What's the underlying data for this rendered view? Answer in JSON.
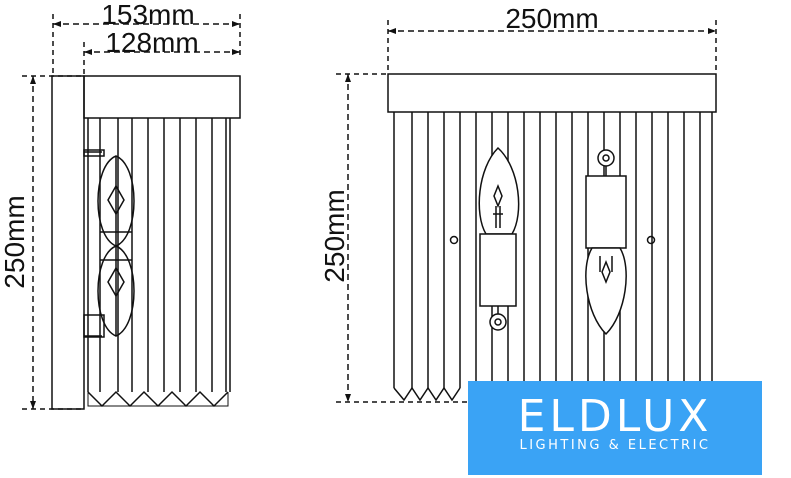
{
  "side_view": {
    "width_outer_label": "153mm",
    "width_inner_label": "128mm",
    "height_label": "250mm"
  },
  "front_view": {
    "width_label": "250mm",
    "height_label": "250mm"
  },
  "logo": {
    "name": "ELDLUX",
    "tagline": "LIGHTING & ELECTRIC",
    "background_color": "#3aa3f5",
    "text_color": "#ffffff"
  }
}
